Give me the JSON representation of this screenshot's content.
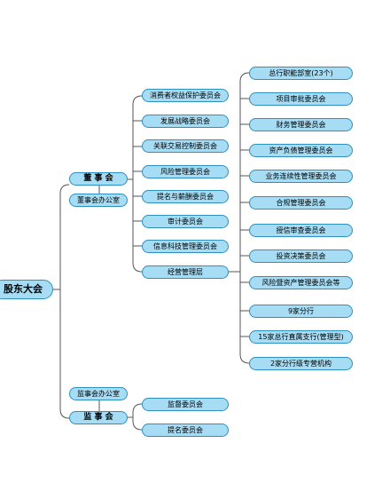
{
  "root": "股东大会",
  "board": {
    "label": "董 事 会",
    "office": "董事会办公室",
    "committees": [
      "消费者权益保护委员会",
      "发展战略委员会",
      "关联交易控制委员会",
      "风险管理委员会",
      "提名与薪酬委员会",
      "审计委员会",
      "信息科技管理委员会"
    ],
    "management": "经营管理层"
  },
  "management_units": [
    "总行职能部室(23个)",
    "项目审批委员会",
    "财务管理委员会",
    "资产负债管理委员会",
    "业务连续性管理委员会",
    "合规管理委员会",
    "授信审查委员会",
    "投资决策委员会",
    "风险暨资产管理委员会等",
    "9家分行",
    "15家总行直属支行(管理型)",
    "2家分行级专营机构"
  ],
  "supervisory": {
    "office": "监事会办公室",
    "label": "监 事 会",
    "committees": [
      "监督委员会",
      "提名委员会"
    ]
  },
  "colors": {
    "node_fill": "#a6dcf4",
    "node_border": "#2e8fc0",
    "line": "#555555"
  }
}
